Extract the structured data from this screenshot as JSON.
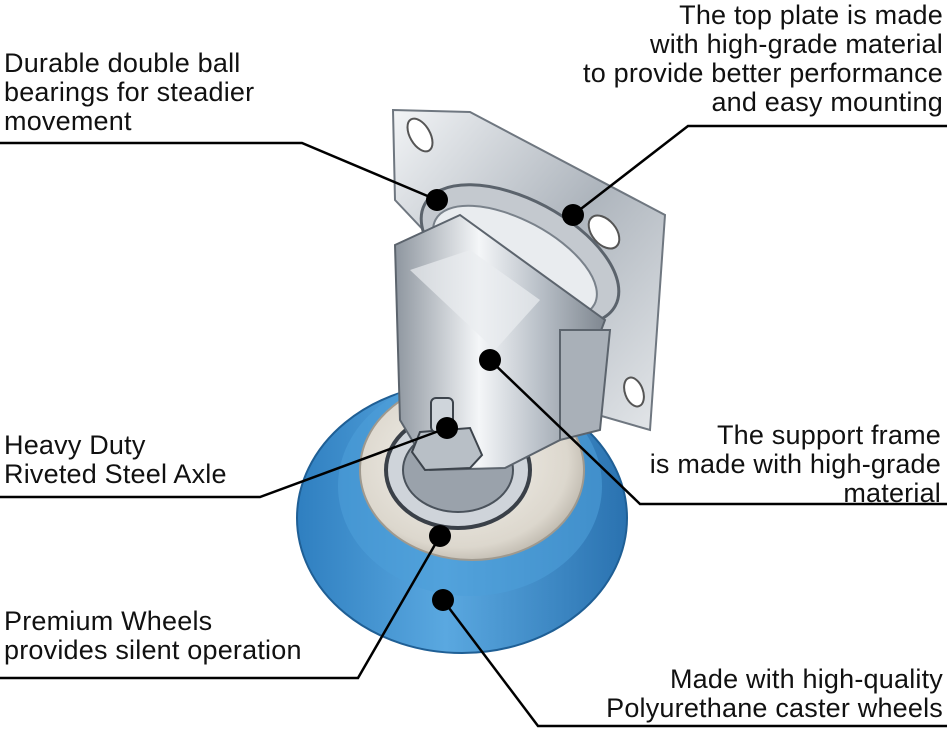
{
  "labels": {
    "bearings": [
      "Durable double ball",
      "bearings for steadier",
      "movement"
    ],
    "top_plate": [
      "The top plate is made",
      "with high-grade material",
      "to provide better performance",
      "and easy mounting"
    ],
    "axle": [
      "Heavy Duty",
      "Riveted Steel Axle"
    ],
    "support_frame": [
      "The support frame",
      "is made with high-grade",
      "material"
    ],
    "wheels": [
      "Premium Wheels",
      "provides silent operation"
    ],
    "polyurethane": [
      "Made with high-quality",
      "Polyurethane caster wheels"
    ]
  },
  "colors": {
    "wheel_blue": "#3f94d3",
    "wheel_hub": "#e8e4dc",
    "steel": "#c9cdd2",
    "callout": "#000000"
  }
}
